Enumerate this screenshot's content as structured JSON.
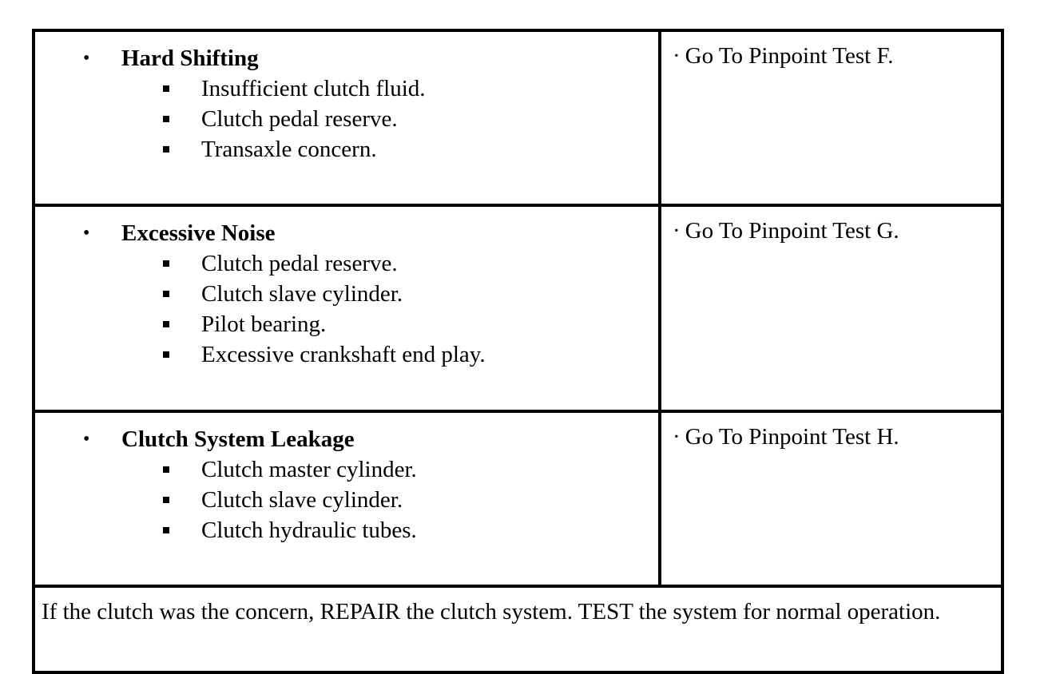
{
  "rows": [
    {
      "symptom": "Hard Shifting",
      "causes": [
        "Insufficient clutch fluid.",
        "Clutch pedal reserve.",
        "Transaxle concern."
      ],
      "action": "Go To Pinpoint Test F."
    },
    {
      "symptom": "Excessive Noise",
      "causes": [
        "Clutch pedal reserve.",
        "Clutch slave cylinder.",
        "Pilot bearing.",
        "Excessive crankshaft end play."
      ],
      "action": "Go To Pinpoint Test G."
    },
    {
      "symptom": "Clutch System Leakage",
      "causes": [
        "Clutch master cylinder.",
        "Clutch slave cylinder.",
        "Clutch hydraulic tubes."
      ],
      "action": "Go To Pinpoint Test H."
    }
  ],
  "footer": "If the clutch was the concern, REPAIR the clutch system. TEST the system for normal operation.",
  "glyphs": {
    "main_bullet": "•",
    "action_bullet": "·"
  }
}
